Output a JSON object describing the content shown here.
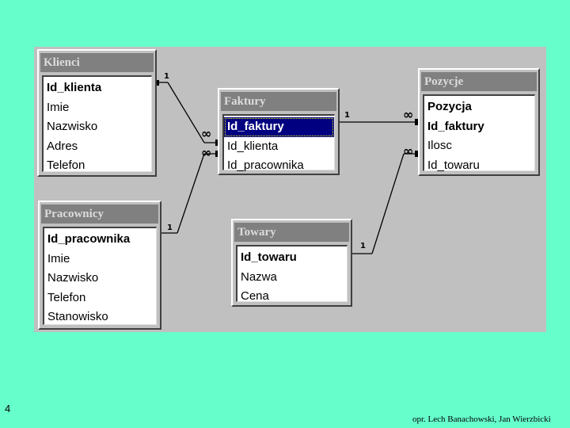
{
  "tables": {
    "klienci": {
      "title": "Klienci",
      "fields": [
        "Id_klienta",
        "Imie",
        "Nazwisko",
        "Adres",
        "Telefon"
      ]
    },
    "pracownicy": {
      "title": "Pracownicy",
      "fields": [
        "Id_pracownika",
        "Imie",
        "Nazwisko",
        "Telefon",
        "Stanowisko"
      ]
    },
    "faktury": {
      "title": "Faktury",
      "fields": [
        "Id_faktury",
        "Id_klienta",
        "Id_pracownika"
      ],
      "selected_field": "Id_faktury"
    },
    "towary": {
      "title": "Towary",
      "fields": [
        "Id_towaru",
        "Nazwa",
        "Cena"
      ]
    },
    "pozycje": {
      "title": "Pozycje",
      "fields": [
        "Pozycja",
        "Id_faktury",
        "Ilosc",
        "Id_towaru"
      ]
    }
  },
  "relationships": [
    {
      "from": "Klienci.Id_klienta",
      "to": "Faktury.Id_klienta",
      "one_label": "1",
      "many_label": "∞"
    },
    {
      "from": "Pracownicy.Id_pracownika",
      "to": "Faktury.Id_pracownika",
      "one_label": "1",
      "many_label": "∞"
    },
    {
      "from": "Faktury.Id_faktury",
      "to": "Pozycje.Id_faktury",
      "one_label": "1",
      "many_label": "∞"
    },
    {
      "from": "Towary.Id_towaru",
      "to": "Pozycje.Id_towaru",
      "one_label": "1",
      "many_label": "∞"
    }
  ],
  "page_number": "4",
  "footer_credit": "opr. Lech Banachowski, Jan Wierzbicki"
}
